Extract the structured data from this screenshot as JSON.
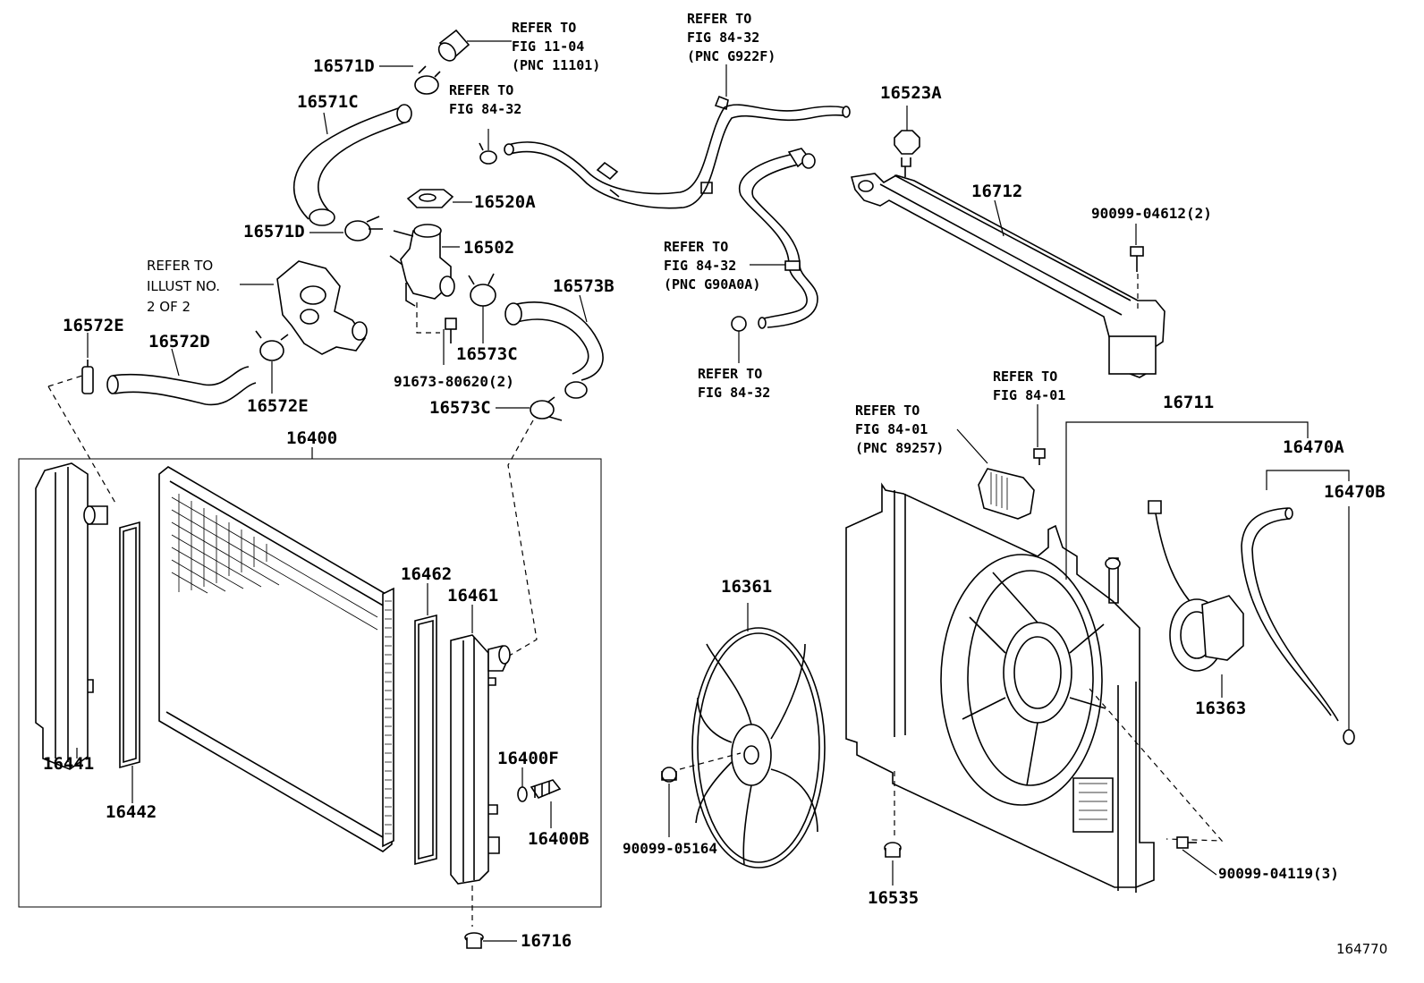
{
  "diagram_id": "164770",
  "labels": {
    "p16571D_top": "16571D",
    "p16571C": "16571C",
    "p16571D_bot": "16571D",
    "p16520A": "16520A",
    "p16502": "16502",
    "p16573B": "16573B",
    "p16573C_mid": "16573C",
    "p91673": "91673-80620(2)",
    "p16572E_left": "16572E",
    "p16572D": "16572D",
    "p16572E_mid": "16572E",
    "p16573C_low": "16573C",
    "p16400": "16400",
    "p16441": "16441",
    "p16442": "16442",
    "p16462": "16462",
    "p16461": "16461",
    "p16400F": "16400F",
    "p16400B": "16400B",
    "p16716": "16716",
    "p16523A": "16523A",
    "p16712": "16712",
    "p90099_04612": "90099-04612(2)",
    "p16711": "16711",
    "p16470A": "16470A",
    "p16470B": "16470B",
    "p16361": "16361",
    "p16363": "16363",
    "p90099_05164": "90099-05164",
    "p16535": "16535",
    "p90099_04119": "90099-04119(3)"
  },
  "references": {
    "ref_11_04": [
      "REFER TO",
      "FIG 11-04",
      "(PNC 11101)"
    ],
    "ref_84_32_top": [
      "REFER TO",
      "FIG 84-32",
      "(PNC G922F)"
    ],
    "ref_84_32_clip": [
      "REFER TO",
      "FIG 84-32"
    ],
    "ref_84_32_mid": [
      "REFER TO",
      "FIG 84-32",
      "(PNC G90A0A)"
    ],
    "ref_84_32_low": [
      "REFER TO",
      "FIG 84-32"
    ],
    "ref_illust": [
      "REFER TO",
      "ILLUST NO.",
      "2 OF 2"
    ],
    "ref_84_01_a": [
      "REFER TO",
      "FIG 84-01"
    ],
    "ref_84_01_b": [
      "REFER TO",
      "FIG 84-01",
      "(PNC 89257)"
    ]
  }
}
